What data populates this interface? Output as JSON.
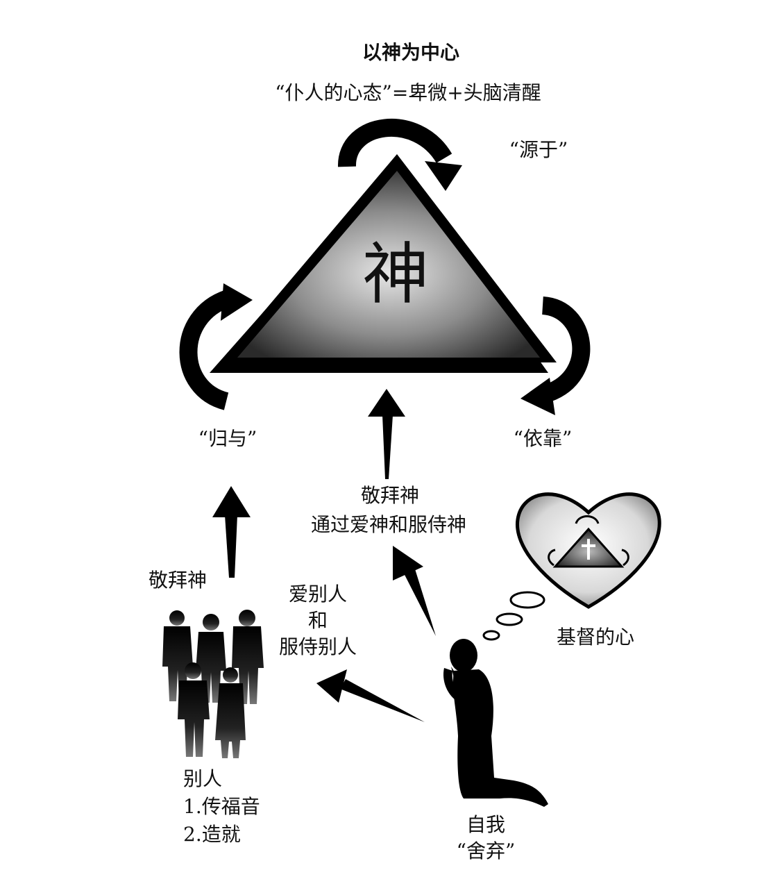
{
  "title": "以神为中心",
  "subtitle": "“仆人的心态”=卑微+头脑清醒",
  "center": "神",
  "labels": {
    "source": "“源于”",
    "surrender": "“归与”",
    "rely": "“依靠”",
    "worship_center_1": "敬拜神",
    "worship_center_2": "通过爱神和服侍神",
    "worship_left": "敬拜神",
    "love_others_1": "爱别人",
    "love_others_2": "和",
    "love_others_3": "服侍别人",
    "christ_heart": "基督的心",
    "others_title": "别人",
    "others_item1": "1.传福音",
    "others_item2": "2.造就",
    "self_1": "自我",
    "self_2": "“舍弃”"
  },
  "icons": [
    "curved-arrow-icon",
    "up-arrow-icon",
    "heart-icon",
    "cross-icon",
    "thought-bubble-icon",
    "people-group-icon",
    "praying-man-icon"
  ]
}
